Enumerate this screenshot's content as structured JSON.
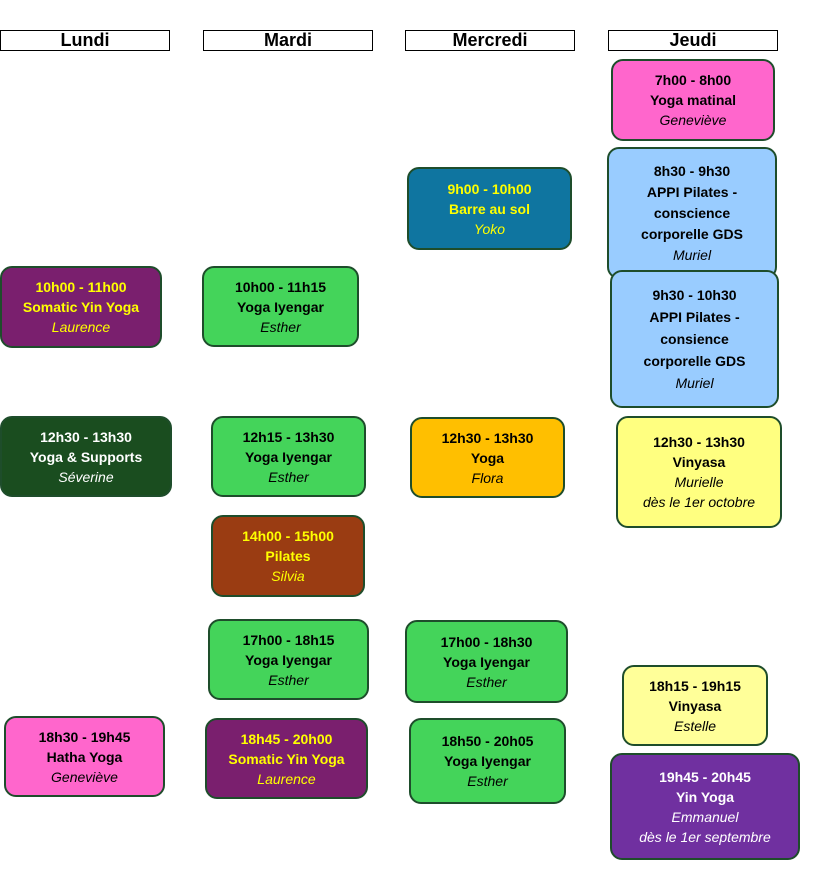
{
  "days": {
    "lundi": "Lundi",
    "mardi": "Mardi",
    "mercredi": "Mercredi",
    "jeudi": "Jeudi"
  },
  "classes": {
    "lun_1": {
      "time": "10h00 - 11h00",
      "title": "Somatic Yin Yoga",
      "teacher": "Laurence"
    },
    "lun_2": {
      "time": "12h30 - 13h30",
      "title": "Yoga & Supports",
      "teacher": "Séverine"
    },
    "lun_3": {
      "time": "18h30 - 19h45",
      "title": "Hatha Yoga",
      "teacher": "Geneviève"
    },
    "mar_1": {
      "time": "10h00 - 11h15",
      "title": "Yoga Iyengar",
      "teacher": "Esther"
    },
    "mar_2": {
      "time": "12h15 - 13h30",
      "title": "Yoga Iyengar",
      "teacher": "Esther"
    },
    "mar_3": {
      "time": "14h00 - 15h00",
      "title": "Pilates",
      "teacher": "Silvia"
    },
    "mar_4": {
      "time": "17h00 - 18h15",
      "title": "Yoga Iyengar",
      "teacher": "Esther"
    },
    "mar_5": {
      "time": "18h45 - 20h00",
      "title": "Somatic Yin Yoga",
      "teacher": "Laurence"
    },
    "mer_1": {
      "time": "9h00 - 10h00",
      "title": "Barre au sol",
      "teacher": "Yoko"
    },
    "mer_2": {
      "time": "12h30 - 13h30",
      "title": "Yoga",
      "teacher": "Flora"
    },
    "mer_3": {
      "time": "17h00 - 18h30",
      "title": "Yoga Iyengar",
      "teacher": "Esther"
    },
    "mer_4": {
      "time": "18h50 - 20h05",
      "title": "Yoga Iyengar",
      "teacher": "Esther"
    },
    "jeu_1": {
      "time": "7h00 - 8h00",
      "title": "Yoga matinal",
      "teacher": "Geneviève"
    },
    "jeu_2": {
      "time": "8h30 - 9h30",
      "title_1": "APPI Pilates -",
      "title_2": "conscience",
      "title_3": "corporelle GDS",
      "teacher": "Muriel"
    },
    "jeu_3": {
      "time": "9h30 - 10h30",
      "title_1": "APPI Pilates -",
      "title_2": "consience",
      "title_3": "corporelle GDS",
      "teacher": "Muriel"
    },
    "jeu_4": {
      "time": "12h30 - 13h30",
      "title": "Vinyasa",
      "teacher": "Murielle",
      "note": "dès le 1er octobre"
    },
    "jeu_5": {
      "time": "18h15 - 19h15",
      "title": "Vinyasa",
      "teacher": "Estelle"
    },
    "jeu_6": {
      "time": "19h45 - 20h45",
      "title": "Yin Yoga",
      "teacher": "Emmanuel",
      "note": "dès le 1er septembre"
    }
  },
  "colors": {
    "pink": "#ff66cc",
    "light_blue": "#99ccff",
    "teal": "#0f75a0",
    "purple": "#7a1f6e",
    "green": "#44d45a",
    "dark_green": "#1a4d1f",
    "orange": "#ffbf00",
    "brown": "#9a3c12",
    "light_yellow": "#ffff80",
    "pale_yellow": "#ffff99",
    "violet": "#7030a0"
  }
}
